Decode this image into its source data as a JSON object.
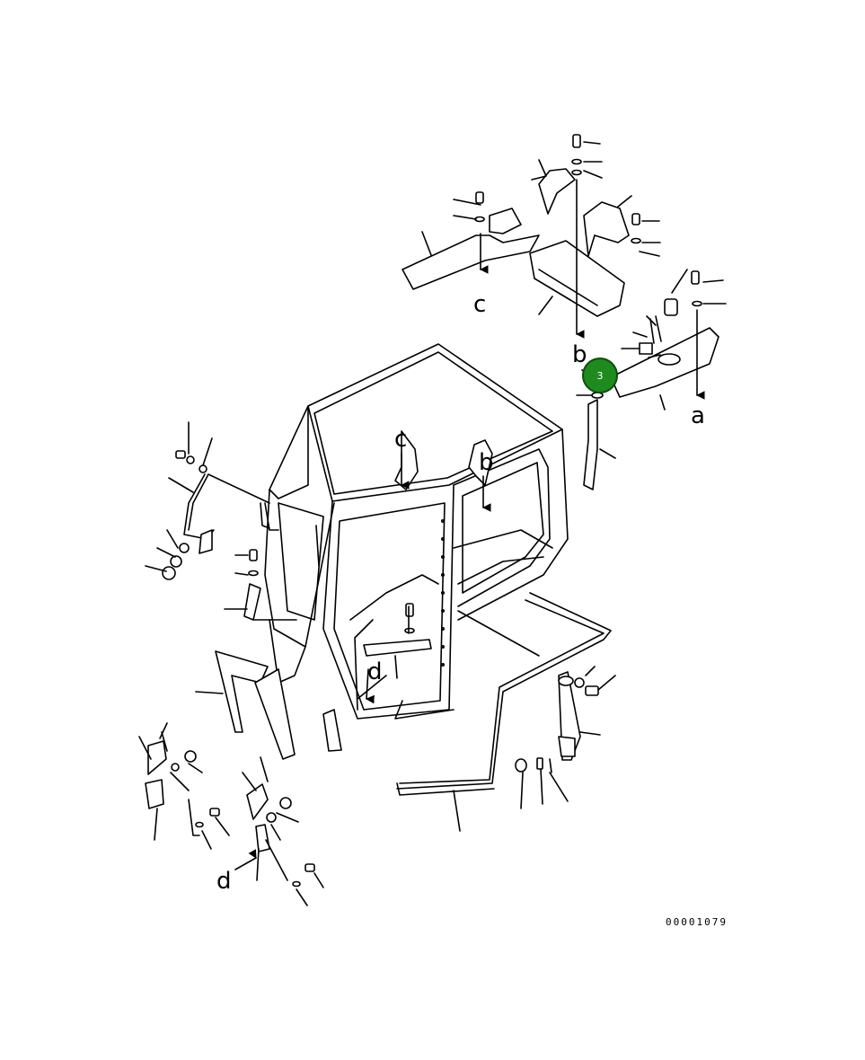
{
  "labels": {
    "ref_c_top": "c",
    "ref_b_top": "b",
    "ref_a": "a",
    "ref_c_cab": "c",
    "ref_b_cab": "b",
    "ref_d_mid": "d",
    "ref_d_bottom": "d"
  },
  "callout": {
    "number": "3",
    "color": "#1f8a1f"
  },
  "drawing_code": "00001079"
}
